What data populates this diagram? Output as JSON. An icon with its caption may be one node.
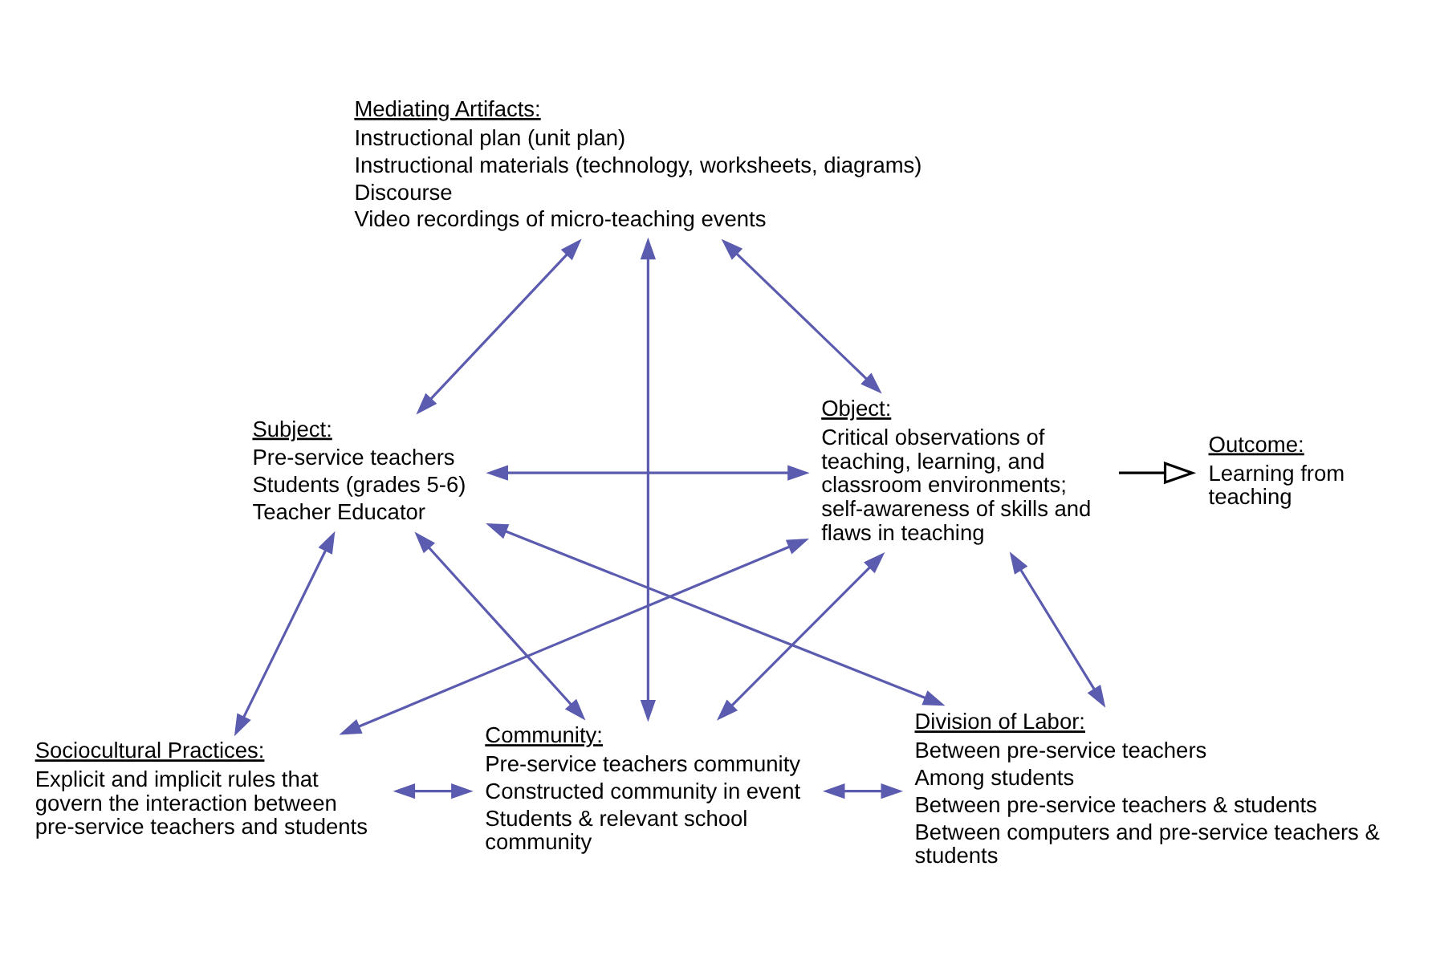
{
  "diagram": {
    "nodes": [
      {
        "text": [
          "Mediating Artifacts:",
          "Instructional plan (unit plan)",
          "Instructional materials (technology, worksheets, diagrams)",
          "Discourse",
          "Video recordings of micro-teaching events"
        ]
      },
      {
        "text": [
          "Subject:",
          "Pre-service teachers",
          "Students (grades 5-6)",
          "Teacher Educator"
        ]
      },
      {
        "text": [
          "Object:",
          "Critical observations of teaching, learning, and classroom environments; self-awareness of skills and flaws in teaching"
        ]
      },
      {
        "text": [
          "Outcome:",
          "Learning from teaching"
        ]
      },
      {
        "text": [
          "Sociocultural Practices:",
          "Explicit and implicit rules that govern the interaction between pre-service teachers and students"
        ]
      },
      {
        "text": [
          "Community:",
          "Pre-service teachers community",
          "Constructed community in event",
          "Students & relevant school community"
        ]
      },
      {
        "text": [
          "Division of Labor:",
          "Between pre-service teachers",
          "Among students",
          "Between pre-service teachers & students",
          "Between computers and pre-service teachers & students"
        ]
      }
    ],
    "edges": [
      {
        "from": 0,
        "to": 1,
        "arrow": "both"
      },
      {
        "from": 0,
        "to": 2,
        "arrow": "both"
      },
      {
        "from": 0,
        "to": 5,
        "arrow": "both"
      },
      {
        "from": 1,
        "to": 2,
        "arrow": "both"
      },
      {
        "from": 1,
        "to": 4,
        "arrow": "both"
      },
      {
        "from": 1,
        "to": 5,
        "arrow": "both"
      },
      {
        "from": 1,
        "to": 6,
        "arrow": "both"
      },
      {
        "from": 2,
        "to": 4,
        "arrow": "both"
      },
      {
        "from": 2,
        "to": 5,
        "arrow": "both"
      },
      {
        "from": 2,
        "to": 6,
        "arrow": "both"
      },
      {
        "from": 4,
        "to": 5,
        "arrow": "both"
      },
      {
        "from": 5,
        "to": 6,
        "arrow": "both"
      },
      {
        "from": 2,
        "to": 3,
        "arrow": "to",
        "color": "#000000"
      }
    ]
  }
}
